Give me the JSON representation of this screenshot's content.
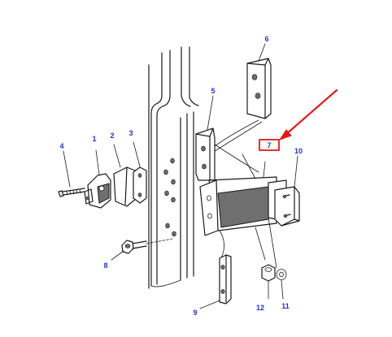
{
  "diagram": {
    "accent_color": "#2233cc",
    "highlight_color": "#e01b1b",
    "parts": [
      {
        "number": "1"
      },
      {
        "number": "2"
      },
      {
        "number": "3"
      },
      {
        "number": "4"
      },
      {
        "number": "5"
      },
      {
        "number": "6"
      },
      {
        "number": "7",
        "highlighted": true
      },
      {
        "number": "8"
      },
      {
        "number": "9"
      },
      {
        "number": "10"
      },
      {
        "number": "11"
      },
      {
        "number": "12"
      }
    ]
  }
}
